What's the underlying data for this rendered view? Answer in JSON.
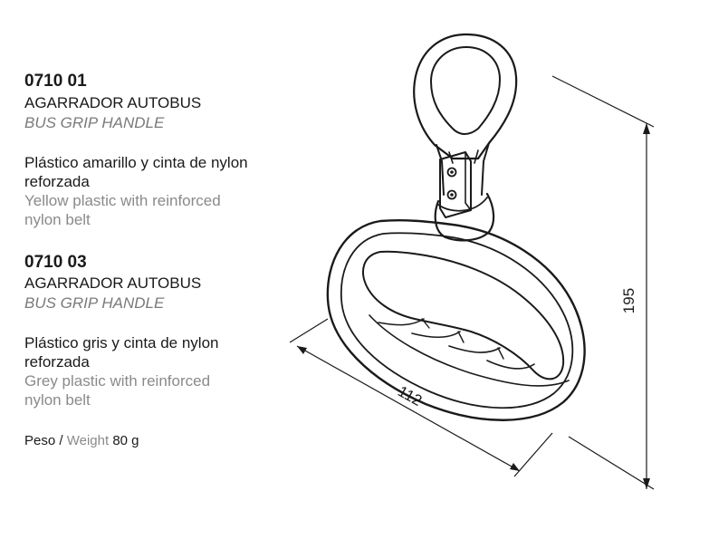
{
  "products": [
    {
      "code": "0710 01",
      "name_es": "AGARRADOR AUTOBUS",
      "name_en": "BUS GRIP HANDLE",
      "desc_es_line1": "Plástico amarillo y cinta de nylon",
      "desc_es_line2": "reforzada",
      "desc_en_line1": "Yellow plastic with reinforced",
      "desc_en_line2": "nylon belt"
    },
    {
      "code": "0710 03",
      "name_es": "AGARRADOR AUTOBUS",
      "name_en": "BUS GRIP HANDLE",
      "desc_es_line1": "Plástico gris y cinta de nylon",
      "desc_es_line2": "reforzada",
      "desc_en_line1": "Grey plastic with reinforced",
      "desc_en_line2": "nylon belt"
    }
  ],
  "weight": {
    "label_es": "Peso",
    "separator": "/",
    "label_en": "Weight",
    "value": "80 g"
  },
  "dimensions": {
    "width": "112",
    "height": "195"
  }
}
